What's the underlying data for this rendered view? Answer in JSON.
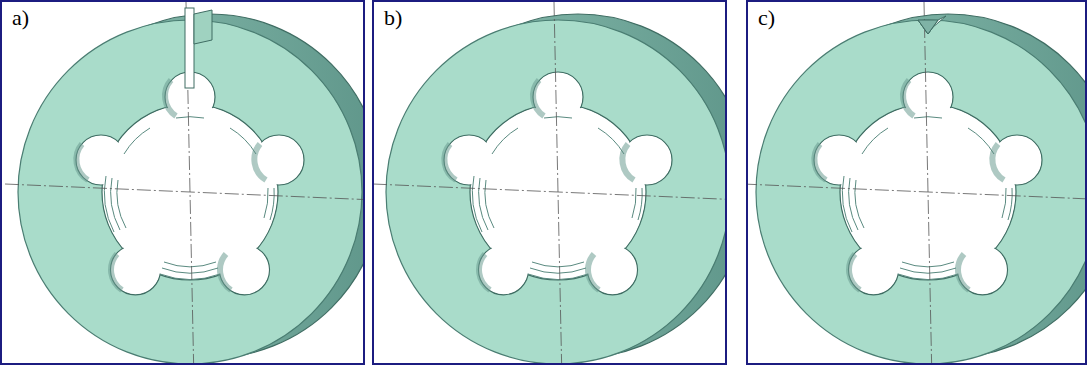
{
  "diagram": {
    "nodes": [
      {
        "text": [
          "a)"
        ]
      },
      {
        "text": [
          "b)"
        ]
      },
      {
        "text": [
          "c)"
        ]
      }
    ]
  }
}
